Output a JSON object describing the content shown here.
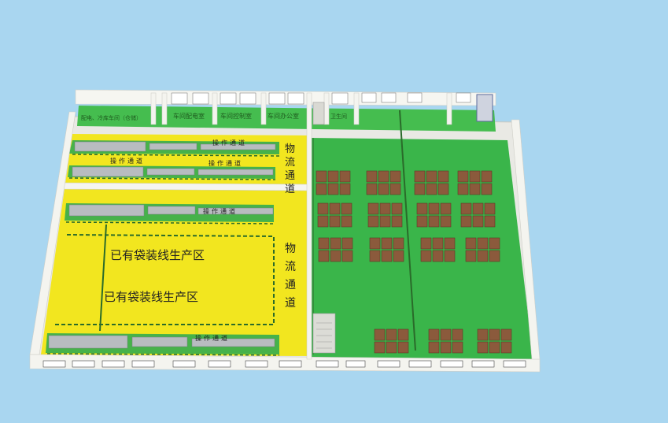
{
  "colors": {
    "background": "#a9d6f0",
    "floor_green": "#3ab54a",
    "zone_yellow": "#f2e61f",
    "wall": "#f1f1ec",
    "pallet": "#8b5a3c",
    "dash": "#2a6b2a"
  },
  "zones": {
    "production_label_1": "已有袋装线生产区",
    "production_label_2": "已有袋装线生产区",
    "logistics_aisle_top": "物流通道",
    "logistics_aisle_mid": "物流通道",
    "op_aisle": "操作通道"
  },
  "rooms": [
    {
      "label": "配电、冷库车间（仓储）"
    },
    {
      "label": "车间配电室"
    },
    {
      "label": "车间控制室"
    },
    {
      "label": "车间办公室"
    },
    {
      "label": "卫生间"
    }
  ],
  "warehouse": {
    "pallet_icon": "pallet-stack-icon"
  }
}
